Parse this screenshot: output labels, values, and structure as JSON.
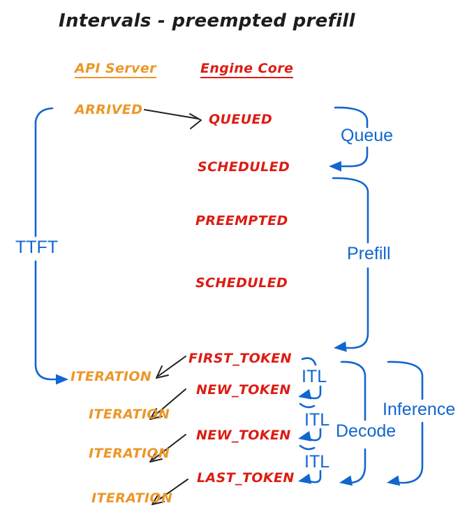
{
  "title": "Intervals - preempted prefill",
  "columns": {
    "api_server": "API Server",
    "engine_core": "Engine Core"
  },
  "api_events": [
    "ARRIVED",
    "ITERATION",
    "ITERATION",
    "ITERATION",
    "ITERATION"
  ],
  "engine_events": [
    "QUEUED",
    "SCHEDULED",
    "PREEMPTED",
    "SCHEDULED",
    "FIRST_TOKEN",
    "NEW_TOKEN",
    "NEW_TOKEN",
    "LAST_TOKEN"
  ],
  "intervals": {
    "ttft": "TTFT",
    "queue": "Queue",
    "prefill": "Prefill",
    "itl1": "ITL",
    "itl2": "ITL",
    "itl3": "ITL",
    "decode": "Decode",
    "inference": "Inference"
  },
  "colors": {
    "api_server": "#ec9728",
    "engine_core": "#dc1c13",
    "interval": "#1166cf",
    "ink": "#222222",
    "background": "#ffffff"
  }
}
